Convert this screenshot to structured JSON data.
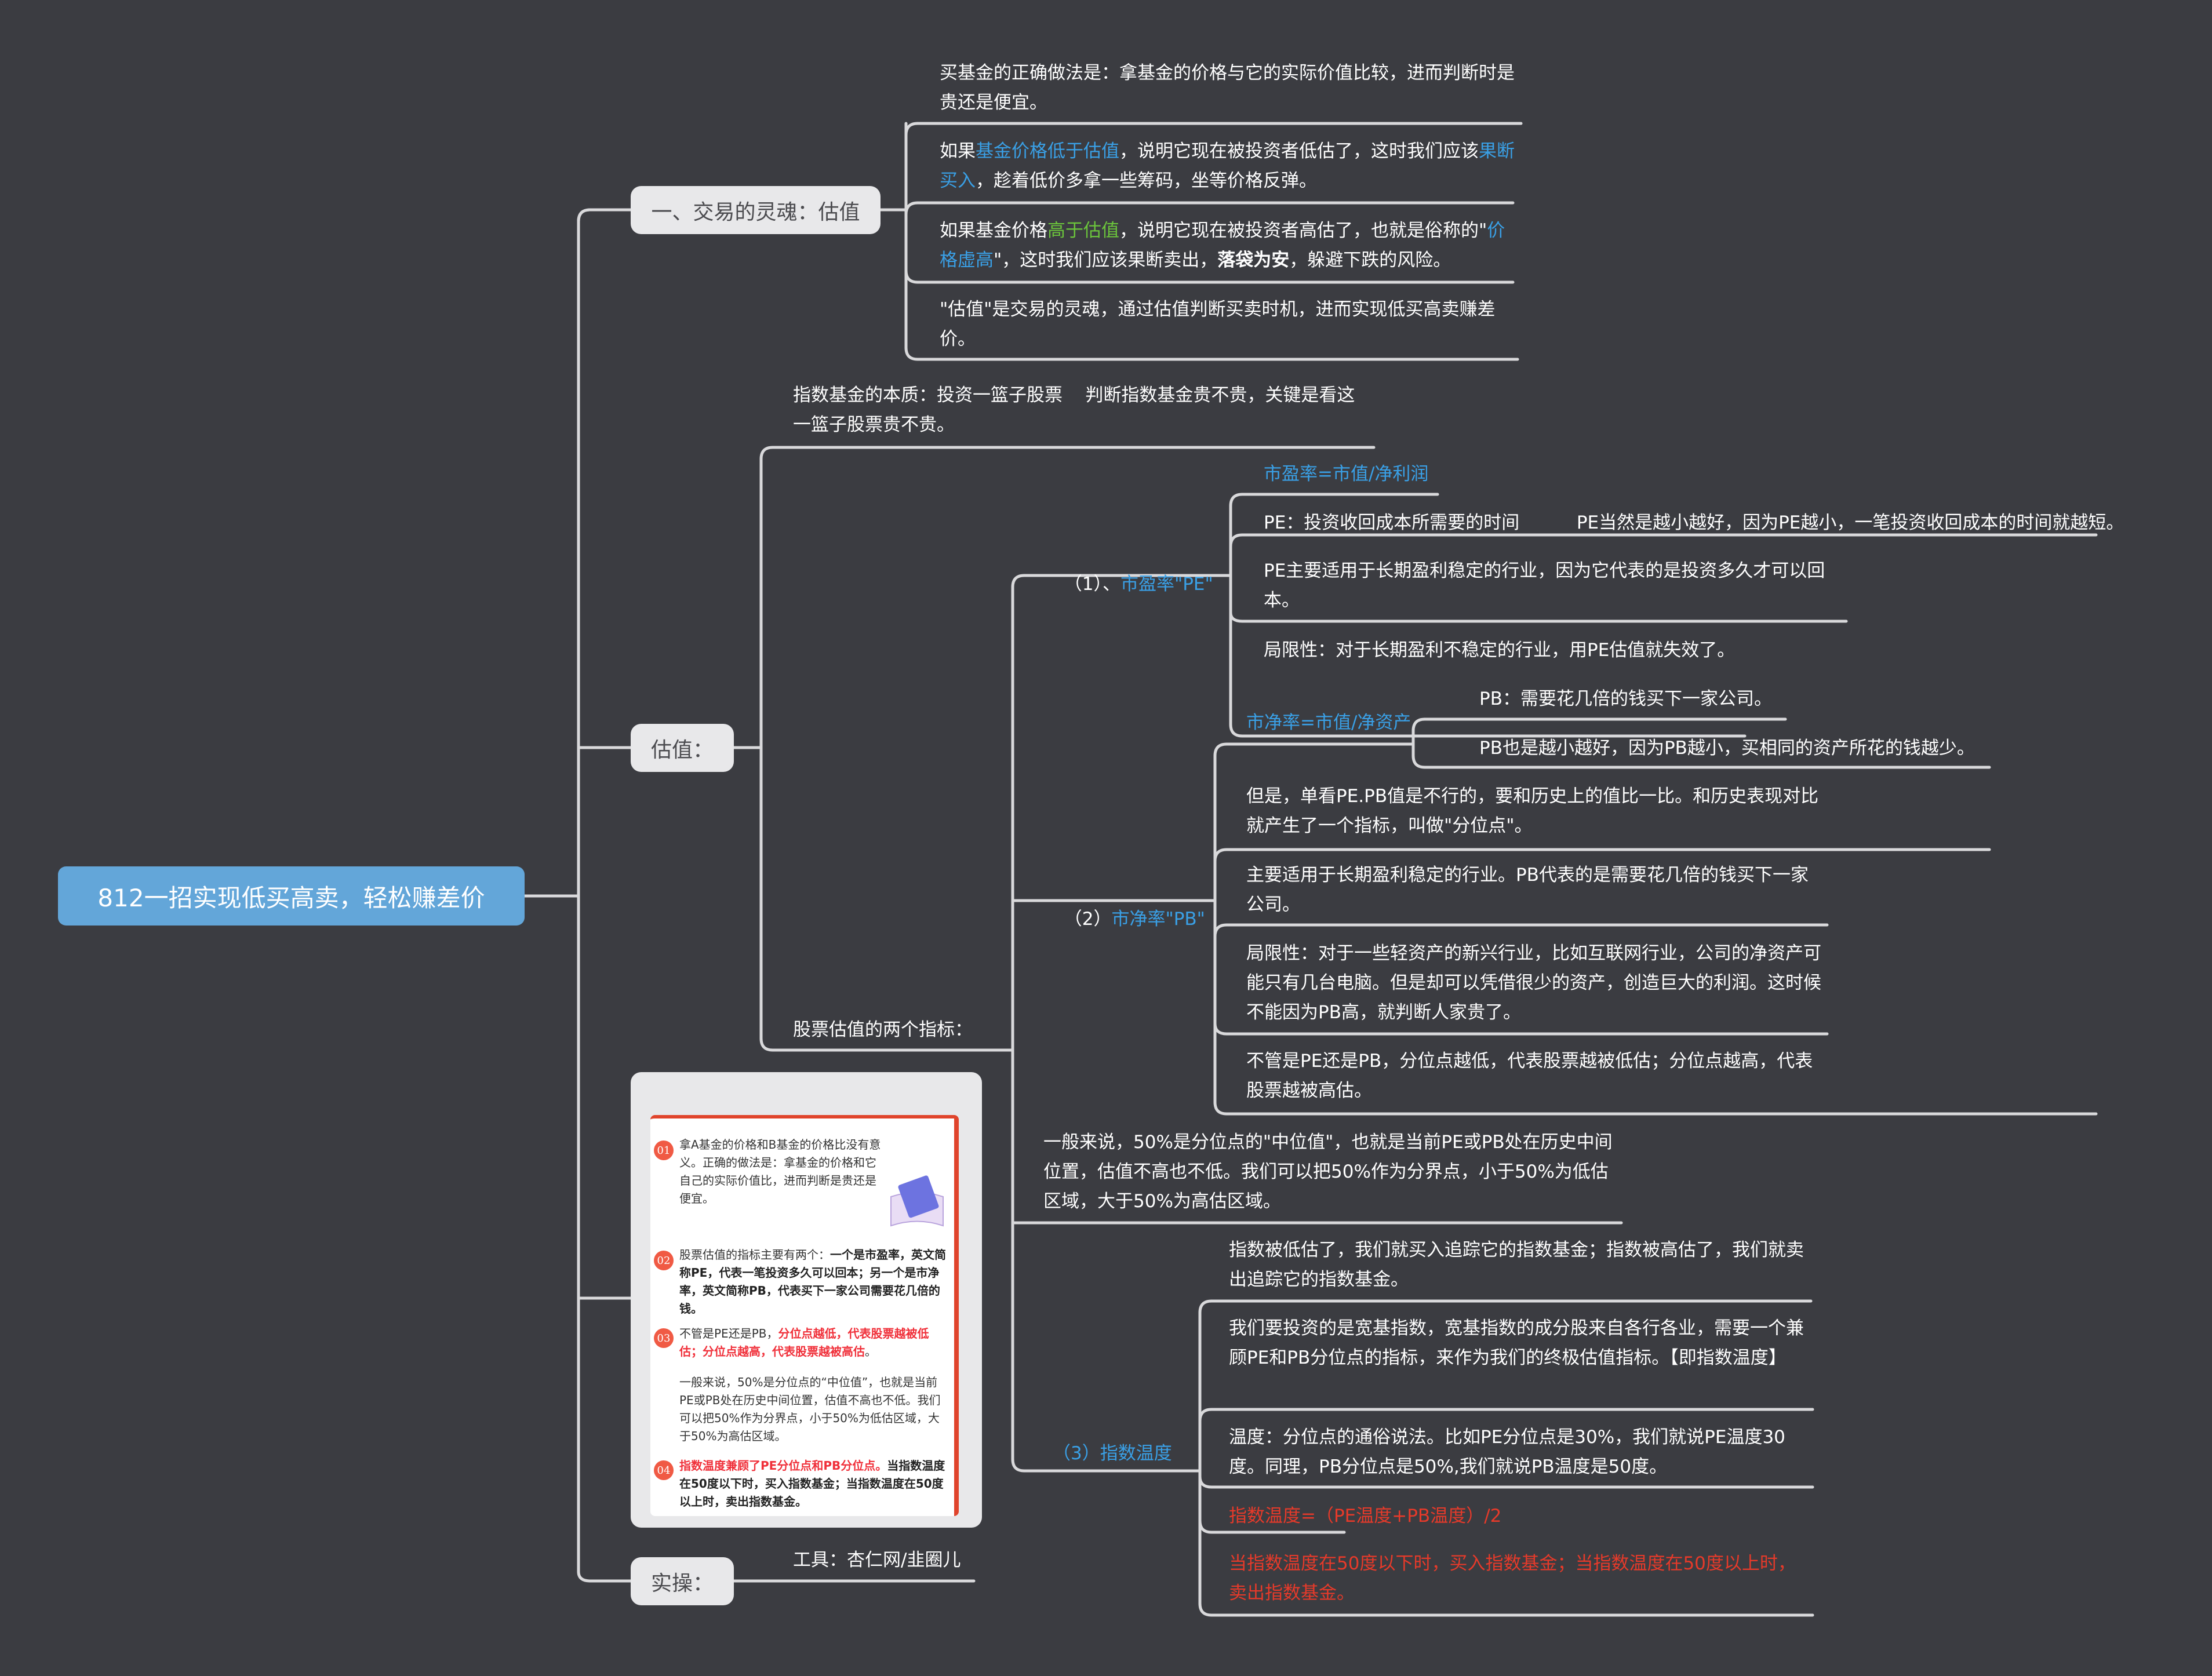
{
  "root": {
    "title": "812一招实现低买高卖，轻松赚差价",
    "color": "#63a6d9"
  },
  "branches": [
    {
      "label": "一、交易的灵魂：估值",
      "children": [
        {
          "segments": [
            {
              "t": "买基金的正确做法是：拿基金的价格与它的实际价值比较，进而判断时是贵还是便宜。"
            }
          ]
        },
        {
          "segments": [
            {
              "t": "如果"
            },
            {
              "t": "基金价格低于估值",
              "style": "blue"
            },
            {
              "t": "，说明它现在被投资者低估了，这时我们应该"
            },
            {
              "t": "果断买入",
              "style": "blue"
            },
            {
              "t": "，趁着低价多拿一些筹码，坐等价格反弹。"
            }
          ]
        },
        {
          "segments": [
            {
              "t": "如果基金价格"
            },
            {
              "t": "高于估值",
              "style": "green"
            },
            {
              "t": "，说明它现在被投资者高估了，也就是俗称的\""
            },
            {
              "t": "价格虚高",
              "style": "blue"
            },
            {
              "t": "\"，这时我们应该果断卖出，"
            },
            {
              "t": "落袋为安",
              "style": "bold"
            },
            {
              "t": "，躲避下跌的风险。"
            }
          ]
        },
        {
          "segments": [
            {
              "t": "\"估值\"是交易的灵魂，通过估值判断买卖时机，进而实现低买高卖赚差价。"
            }
          ]
        }
      ]
    },
    {
      "label": "估值：",
      "essence": "指数基金的本质：投资一篮子股票    判断指数基金贵不贵，关键是看这一篮子股票贵不贵。",
      "indicators_label": "股票估值的两个指标：",
      "pe": {
        "prefix": "（1）、",
        "title": "市盈率\"PE\"",
        "formula": "市盈率=市值/净利润",
        "items": [
          "PE：投资收回成本所需要的时间          PE当然是越小越好，因为PE越小，一笔投资收回成本的时间就越短。",
          "PE主要适用于长期盈利稳定的行业，因为它代表的是投资多久才可以回本。",
          "局限性：对于长期盈利不稳定的行业，用PE估值就失效了。"
        ]
      },
      "pb": {
        "prefix": "（2）",
        "title": "市净率\"PB\"",
        "formula": "市净率=市值/净资产",
        "formula_children": [
          "PB：需要花几倍的钱买下一家公司。",
          "PB也是越小越好，因为PB越小，买相同的资产所花的钱越少。"
        ],
        "items": [
          "但是，单看PE.PB值是不行的，要和历史上的值比一比。和历史表现对比就产生了一个指标，叫做\"分位点\"。",
          "主要适用于长期盈利稳定的行业。PB代表的是需要花几倍的钱买下一家公司。",
          "局限性：对于一些轻资产的新兴行业，比如互联网行业，公司的净资产可能只有几台电脑。但是却可以凭借很少的资产，创造巨大的利润。这时候不能因为PB高，就判断人家贵了。",
          "不管是PE还是PB，分位点越低，代表股票越被低估；分位点越高，代表股票越被高估。"
        ]
      },
      "median": "一般来说，50%是分位点的\"中位值\"，也就是当前PE或PB处在历史中间位置，估值不高也不低。我们可以把50%作为分界点，小于50%为低估区域，大于50%为高估区域。",
      "temp": {
        "title": "（3）指数温度",
        "intro": "指数被低估了，我们就买入追踪它的指数基金；指数被高估了，我们就卖出追踪它的指数基金。",
        "items": [
          {
            "text": "我们要投资的是宽基指数，宽基指数的成分股来自各行各业，需要一个兼顾PE和PB分位点的指标，来作为我们的终极估值指标。【即指数温度】",
            "style": ""
          },
          {
            "text": "温度：分位点的通俗说法。比如PE分位点是30%，我们就说PE温度30度。同理，PB分位点是50%,我们就说PB温度是50度。",
            "style": ""
          },
          {
            "text": "指数温度=（PE温度+PB温度）/2",
            "style": "red"
          },
          {
            "text": "当指数温度在50度以下时，买入指数基金；当指数温度在50度以上时，卖出指数基金。",
            "style": "red"
          }
        ]
      }
    },
    {
      "type": "image-card",
      "items": [
        {
          "num": "01",
          "segments": [
            {
              "t": "拿A基金的价格和B基金的价格比没有意义。正确的做法是：拿基金的价格和它自己的实际价值比，进而判断是贵还是便宜。"
            }
          ]
        },
        {
          "num": "02",
          "segments": [
            {
              "t": "股票估值的指标主要有两个："
            },
            {
              "t": "一个是市盈率，英文简称PE，代表一笔投资多久可以回本；另一个是市净率，英文简称PB，代表买下一家公司需要花几倍的钱。",
              "style": "bk"
            }
          ]
        },
        {
          "num": "03",
          "segments": [
            {
              "t": "不管是PE还是PB，"
            },
            {
              "t": "分位点越低，代表股票越被低估；分位点越高，代表股票越被高估",
              "style": "rb"
            },
            {
              "t": "。"
            }
          ]
        },
        {
          "num": "",
          "segments": [
            {
              "t": "一般来说，50%是分位点的“中位值”，也就是当前PE或PB处在历史中间位置，估值不高也不低。我们可以把50%作为分界点，小于50%为低估区域，大于50%为高估区域。"
            }
          ]
        },
        {
          "num": "04",
          "segments": [
            {
              "t": "指数温度兼顾了PE分位点和PB分位点。",
              "style": "rb"
            },
            {
              "t": "当指数温度在50度以下时，买入指数基金；当指数温度在50度以上时，卖出指数基金。",
              "style": "bk"
            }
          ]
        }
      ]
    },
    {
      "label": "实操：",
      "children": [
        {
          "segments": [
            {
              "t": "工具：杏仁网/韭圈儿"
            }
          ]
        }
      ]
    }
  ],
  "colors": {
    "background": "#3b3c41",
    "line": "#d9d9db",
    "branch_fill": "#e8e8ea",
    "accent_blue": "#3aa0e6",
    "accent_green": "#6bc43c",
    "accent_red": "#e63a2a"
  }
}
